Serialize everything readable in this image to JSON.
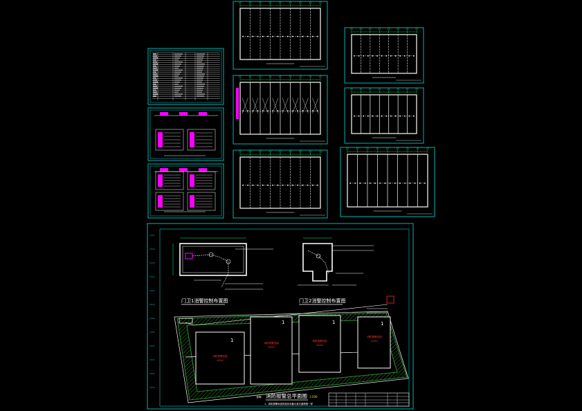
{
  "colors": {
    "background": "#000000",
    "frame": "#00b4b4",
    "wall": "#ffffff",
    "accent": "#ff00ff",
    "annotation": "#ff3030",
    "site_hatch": "#2f8a2f",
    "dim": "#00ff66",
    "note": "#e6e600"
  },
  "bottom_sheet": {
    "plan_title_left": "门卫1消警控制布置图",
    "plan_title_right": "门卫2消警控制布置图",
    "main_title": "消防报警总平面图",
    "scale_tag": "1:500",
    "building_numbers": [
      "1",
      "1",
      "1",
      "1"
    ],
    "note_header": "说明：",
    "note_line": "1、消防报警系统的相关设备与其它建筑物一样",
    "building_labels": [
      {
        "l1": "消防报警控制",
        "l2": "XXXX"
      },
      {
        "l1": "消防报警控制",
        "l2": "XXXX"
      },
      {
        "l1": "消防报警控制",
        "l2": "XXXX"
      },
      {
        "l1": "消防报警控制",
        "l2": "XXXX"
      }
    ]
  },
  "sheets": [
    {
      "id": "legend-table",
      "kind": "table"
    },
    {
      "id": "wiring-diagram-1",
      "kind": "system"
    },
    {
      "id": "wiring-diagram-2",
      "kind": "system"
    },
    {
      "id": "floor-plan-1",
      "kind": "plan"
    },
    {
      "id": "floor-plan-2",
      "kind": "plan"
    },
    {
      "id": "floor-plan-3",
      "kind": "plan"
    },
    {
      "id": "floor-plan-4",
      "kind": "plan"
    },
    {
      "id": "floor-plan-5",
      "kind": "plan"
    },
    {
      "id": "floor-plan-6",
      "kind": "plan"
    }
  ]
}
